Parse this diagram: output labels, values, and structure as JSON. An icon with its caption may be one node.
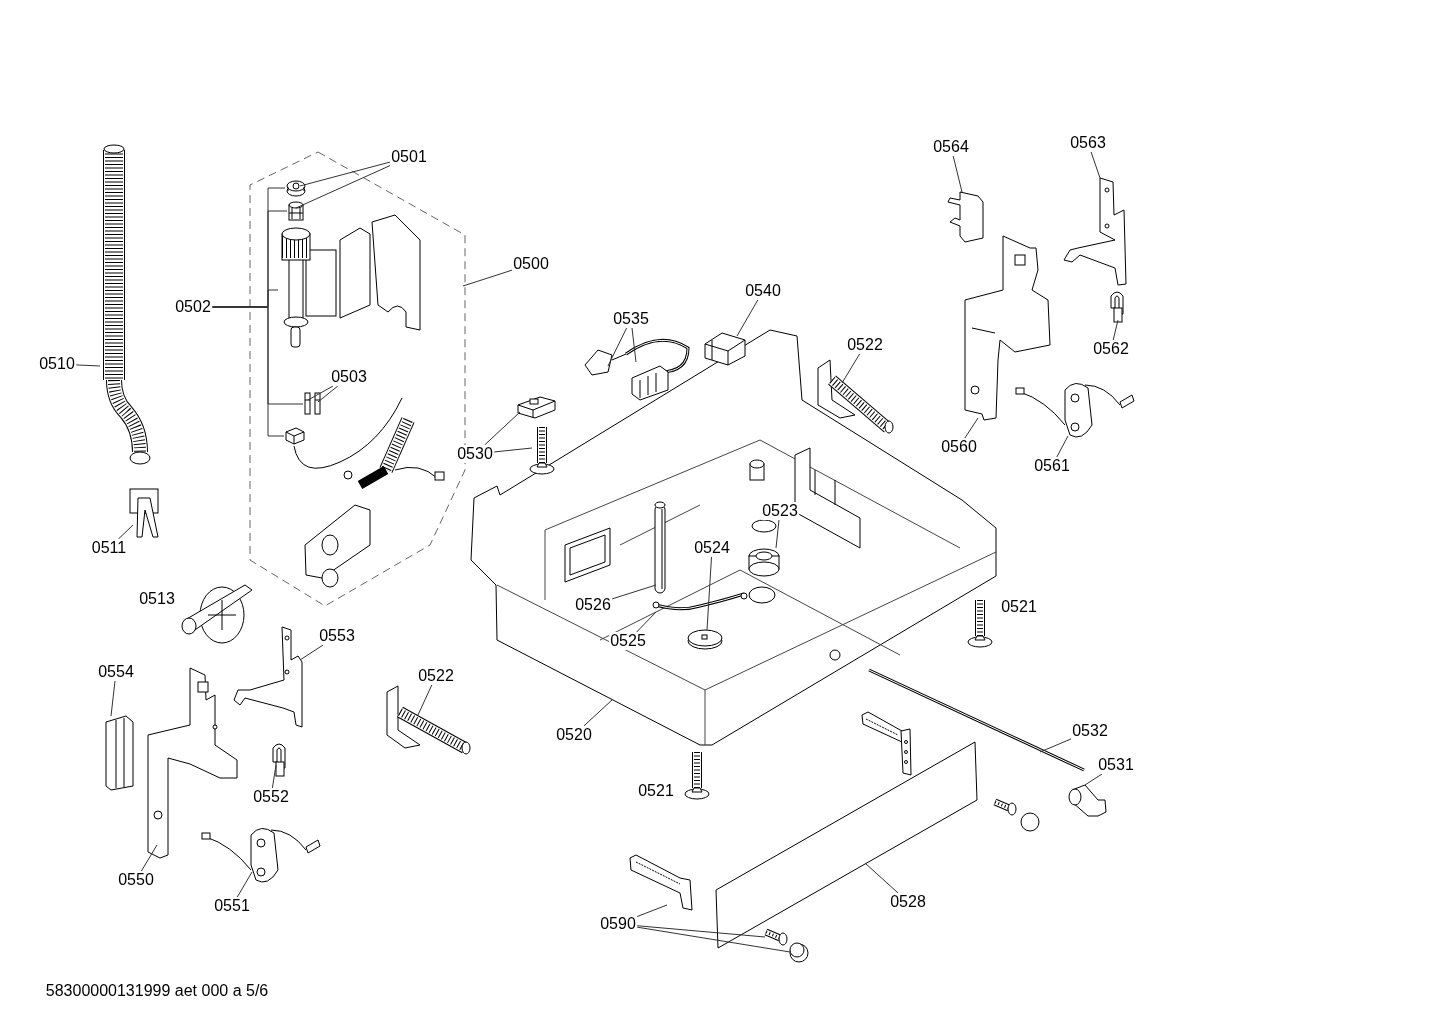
{
  "diagram": {
    "nodes": [
      {
        "text": [],
        "shape": "box"
      },
      {
        "text": [],
        "shape": "picture",
        "in": 0
      },
      {
        "text": [],
        "shape": "picture",
        "in": 0
      },
      {
        "text": [],
        "shape": "picture",
        "in": 0
      },
      {
        "text": [],
        "shape": "picture",
        "in": 0
      },
      {
        "text": [],
        "shape": "picture",
        "in": 0
      },
      {
        "text": [],
        "shape": "picture",
        "in": 0
      },
      {
        "text": [],
        "shape": "picture"
      },
      {
        "text": [],
        "shape": "picture"
      },
      {
        "text": [],
        "shape": "picture"
      },
      {
        "text": [],
        "shape": "picture"
      },
      {
        "text": [],
        "shape": "picture"
      },
      {
        "text": [],
        "shape": "picture"
      },
      {
        "text": [],
        "shape": "picture"
      },
      {
        "text": [],
        "shape": "picture"
      },
      {
        "text": [],
        "shape": "picture"
      },
      {
        "text": [],
        "shape": "picture",
        "in": 15
      },
      {
        "text": [],
        "shape": "picture",
        "in": 15
      },
      {
        "text": [],
        "shape": "picture",
        "in": 15
      },
      {
        "text": [],
        "shape": "picture",
        "in": 15
      },
      {
        "text": [],
        "shape": "picture"
      },
      {
        "text": [],
        "shape": "picture"
      },
      {
        "text": [],
        "shape": "picture"
      },
      {
        "text": [],
        "shape": "picture"
      },
      {
        "text": [],
        "shape": "picture"
      },
      {
        "text": [],
        "shape": "picture"
      },
      {
        "text": [],
        "shape": "picture"
      },
      {
        "text": [],
        "shape": "picture"
      },
      {
        "text": [],
        "shape": "picture"
      },
      {
        "text": [],
        "shape": "picture"
      },
      {
        "text": [],
        "shape": "picture"
      },
      {
        "text": [],
        "shape": "picture"
      },
      {
        "text": [],
        "shape": "picture"
      },
      {
        "text": [],
        "shape": "picture"
      },
      {
        "text": [],
        "shape": "picture"
      },
      {
        "text": [],
        "shape": "picture"
      },
      {
        "text": [],
        "shape": "picture"
      },
      {
        "text": [
          "0501"
        ]
      },
      {
        "text": [
          "0500"
        ]
      },
      {
        "text": [
          "0502"
        ]
      },
      {
        "text": [
          "0510"
        ]
      },
      {
        "text": [
          "0503"
        ],
        "in": 0
      },
      {
        "text": [
          "0511"
        ]
      },
      {
        "text": [
          "0554"
        ]
      },
      {
        "text": [
          "0553"
        ]
      },
      {
        "text": [
          "0552"
        ]
      },
      {
        "text": [
          "0550"
        ]
      },
      {
        "text": [
          "0551"
        ]
      },
      {
        "text": [
          "0522"
        ]
      },
      {
        "text": [
          "0520"
        ]
      },
      {
        "text": [
          "0523"
        ],
        "in": 15
      },
      {
        "text": [
          "0526"
        ],
        "in": 15
      },
      {
        "text": [
          "0525"
        ],
        "in": 15
      },
      {
        "text": [
          "0524"
        ],
        "in": 15
      },
      {
        "text": [
          "0530"
        ]
      },
      {
        "text": [
          "0535"
        ]
      },
      {
        "text": [
          "0540"
        ]
      },
      {
        "text": [
          "0522"
        ]
      },
      {
        "text": [
          "0564"
        ]
      },
      {
        "text": [
          "0563"
        ]
      },
      {
        "text": [
          "0562"
        ]
      },
      {
        "text": [
          "0560"
        ]
      },
      {
        "text": [
          "0561"
        ]
      },
      {
        "text": [
          "0532"
        ]
      },
      {
        "text": [
          "0531"
        ]
      },
      {
        "text": [
          "0528"
        ]
      },
      {
        "text": [
          "0590"
        ]
      },
      {
        "text": [
          "0513"
        ]
      },
      {
        "text": [
          "0521"
        ]
      },
      {
        "text": [
          "0521"
        ]
      }
    ],
    "edges": [
      {
        "from": 37,
        "to": 1,
        "arrow": "none"
      },
      {
        "from": 37,
        "to": 2,
        "arrow": "none"
      },
      {
        "from": 38,
        "to": 0,
        "arrow": "none"
      },
      {
        "from": 39,
        "to": 1,
        "arrow": "none"
      },
      {
        "from": 39,
        "to": 2,
        "arrow": "none"
      },
      {
        "from": 39,
        "to": 3,
        "arrow": "none"
      },
      {
        "from": 39,
        "to": 4,
        "arrow": "none"
      },
      {
        "from": 39,
        "to": 6,
        "arrow": "none"
      },
      {
        "from": 40,
        "to": 7,
        "arrow": "none"
      },
      {
        "from": 41,
        "to": 4,
        "arrow": "none"
      },
      {
        "from": 41,
        "to": 5,
        "arrow": "none"
      },
      {
        "from": 42,
        "to": 8,
        "arrow": "none"
      },
      {
        "from": 43,
        "to": 9,
        "arrow": "none"
      },
      {
        "from": 44,
        "to": 10,
        "arrow": "none"
      },
      {
        "from": 45,
        "to": 11,
        "arrow": "none"
      },
      {
        "from": 46,
        "to": 12,
        "arrow": "none"
      },
      {
        "from": 47,
        "to": 13,
        "arrow": "none"
      },
      {
        "from": 48,
        "to": 14,
        "arrow": "none"
      },
      {
        "from": 49,
        "to": 15,
        "arrow": "none"
      },
      {
        "from": 50,
        "to": 16,
        "arrow": "none"
      },
      {
        "from": 51,
        "to": 17,
        "arrow": "none"
      },
      {
        "from": 52,
        "to": 18,
        "arrow": "none"
      },
      {
        "from": 53,
        "to": 19,
        "arrow": "none"
      },
      {
        "from": 54,
        "to": 20,
        "arrow": "none"
      },
      {
        "from": 54,
        "to": 21,
        "arrow": "none"
      },
      {
        "from": 55,
        "to": 22,
        "arrow": "none"
      },
      {
        "from": 55,
        "to": 23,
        "arrow": "none"
      },
      {
        "from": 56,
        "to": 24,
        "arrow": "none"
      },
      {
        "from": 57,
        "to": 25,
        "arrow": "none"
      },
      {
        "from": 58,
        "to": 26,
        "arrow": "none"
      },
      {
        "from": 59,
        "to": 27,
        "arrow": "none"
      },
      {
        "from": 60,
        "to": 28,
        "arrow": "none"
      },
      {
        "from": 61,
        "to": 29,
        "arrow": "none"
      },
      {
        "from": 62,
        "to": 30,
        "arrow": "none"
      },
      {
        "from": 63,
        "to": 31,
        "arrow": "none"
      },
      {
        "from": 64,
        "to": 32,
        "arrow": "none"
      },
      {
        "from": 65,
        "to": 33,
        "arrow": "none"
      },
      {
        "from": 66,
        "to": 34,
        "arrow": "none"
      },
      {
        "from": 66,
        "to": 35,
        "arrow": "none"
      },
      {
        "from": 66,
        "to": 36,
        "arrow": "none"
      }
    ],
    "labels": [
      "58300000131999 aet 000 a 5/6"
    ]
  }
}
